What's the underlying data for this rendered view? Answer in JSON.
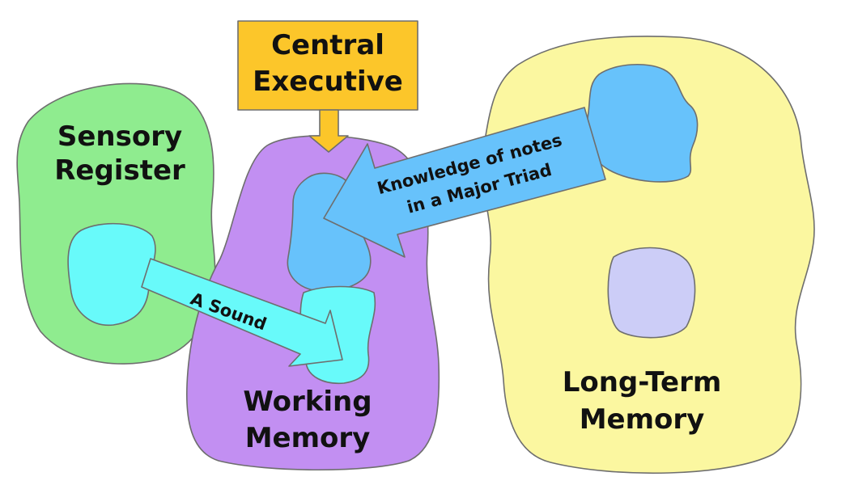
{
  "central_executive": {
    "line1": "Central",
    "line2": "Executive"
  },
  "sensory_register": {
    "line1": "Sensory",
    "line2": "Register"
  },
  "working_memory": {
    "line1": "Working",
    "line2": "Memory"
  },
  "long_term_memory": {
    "line1": "Long-Term",
    "line2": "Memory"
  },
  "arrows": {
    "sound": "A Sound",
    "knowledge_line1": "Knowledge of notes",
    "knowledge_line2": "in a Major Triad"
  },
  "colors": {
    "sensory": "#8fec8f",
    "working": "#c28ff2",
    "long_term": "#fbf7a0",
    "knowledge_blue": "#67c2fb",
    "sound_cyan": "#68fafa",
    "executive_box": "#fcc62a",
    "inner_lavender": "#cccdf7"
  }
}
